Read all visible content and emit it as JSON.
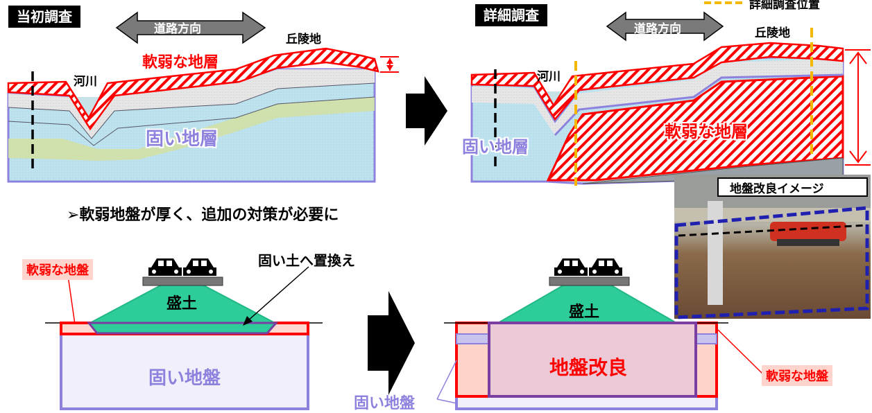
{
  "top_left": {
    "title": "当初調査",
    "direction": "道路方向",
    "hill": "丘陵地",
    "river": "河川",
    "soft_layer": "軟弱な地層",
    "hard_layer": "固い地層"
  },
  "top_right": {
    "title": "詳細調査",
    "direction": "道路方向",
    "hill": "丘陵地",
    "river": "河川",
    "soft_layer": "軟弱な地層",
    "hard_layer": "固い地層",
    "legend_label": "詳細調査位置"
  },
  "note": "➢軟弱地盤が厚く、追加の対策が必要に",
  "photo_caption": "地盤改良イメージ",
  "bottom_left": {
    "soft_ground": "軟弱な地盤",
    "replace": "固い土へ置換え",
    "embankment": "盛土",
    "hard_ground": "固い地盤"
  },
  "bottom_right": {
    "embankment": "盛土",
    "improvement": "地盤改良",
    "soft_ground": "軟弱な地盤",
    "hard_ground": "固い地盤"
  },
  "colors": {
    "soft": "#ff0000",
    "hard": "#8c82de",
    "embankment": "#2ecc9a",
    "improvement": "#7a3fa0"
  }
}
